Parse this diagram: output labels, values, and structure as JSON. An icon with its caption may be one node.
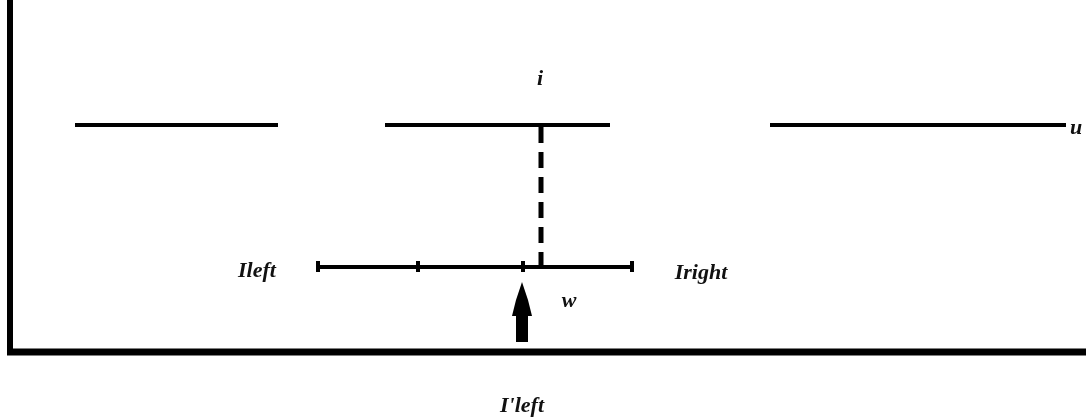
{
  "diagram": {
    "labels": [
      "i",
      "u",
      "Ileft",
      "Iright",
      "w",
      "I'left"
    ]
  }
}
